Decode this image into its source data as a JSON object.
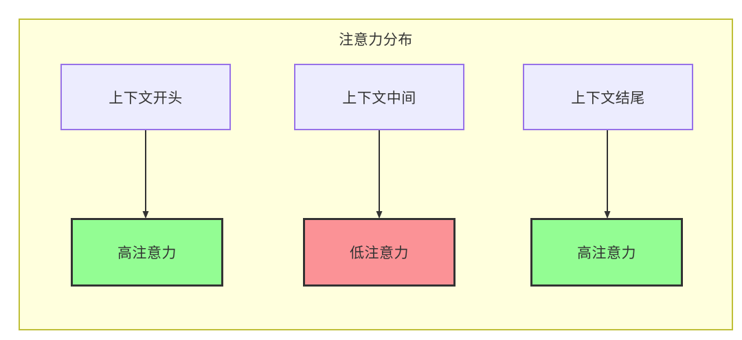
{
  "diagram": {
    "title": "注意力分布",
    "type": "flowchart",
    "colors": {
      "container_fill": "#ffffdd",
      "container_border": "#bfbf38",
      "source_fill": "#ececfe",
      "source_border": "#9771e8",
      "high_attention_fill": "#93fd93",
      "low_attention_fill": "#fb9296",
      "highlight_border": "#333333",
      "edge_color": "#333333",
      "text_color": "#333333"
    },
    "nodes": {
      "context_start": "上下文开头",
      "context_middle": "上下文中间",
      "context_end": "上下文结尾",
      "attention_high_start": "高注意力",
      "attention_low_middle": "低注意力",
      "attention_high_end": "高注意力"
    },
    "edges": [
      {
        "from": "上下文开头",
        "to": "高注意力",
        "label": ""
      },
      {
        "from": "上下文中间",
        "to": "低注意力",
        "label": ""
      },
      {
        "from": "上下文结尾",
        "to": "高注意力",
        "label": ""
      }
    ]
  }
}
